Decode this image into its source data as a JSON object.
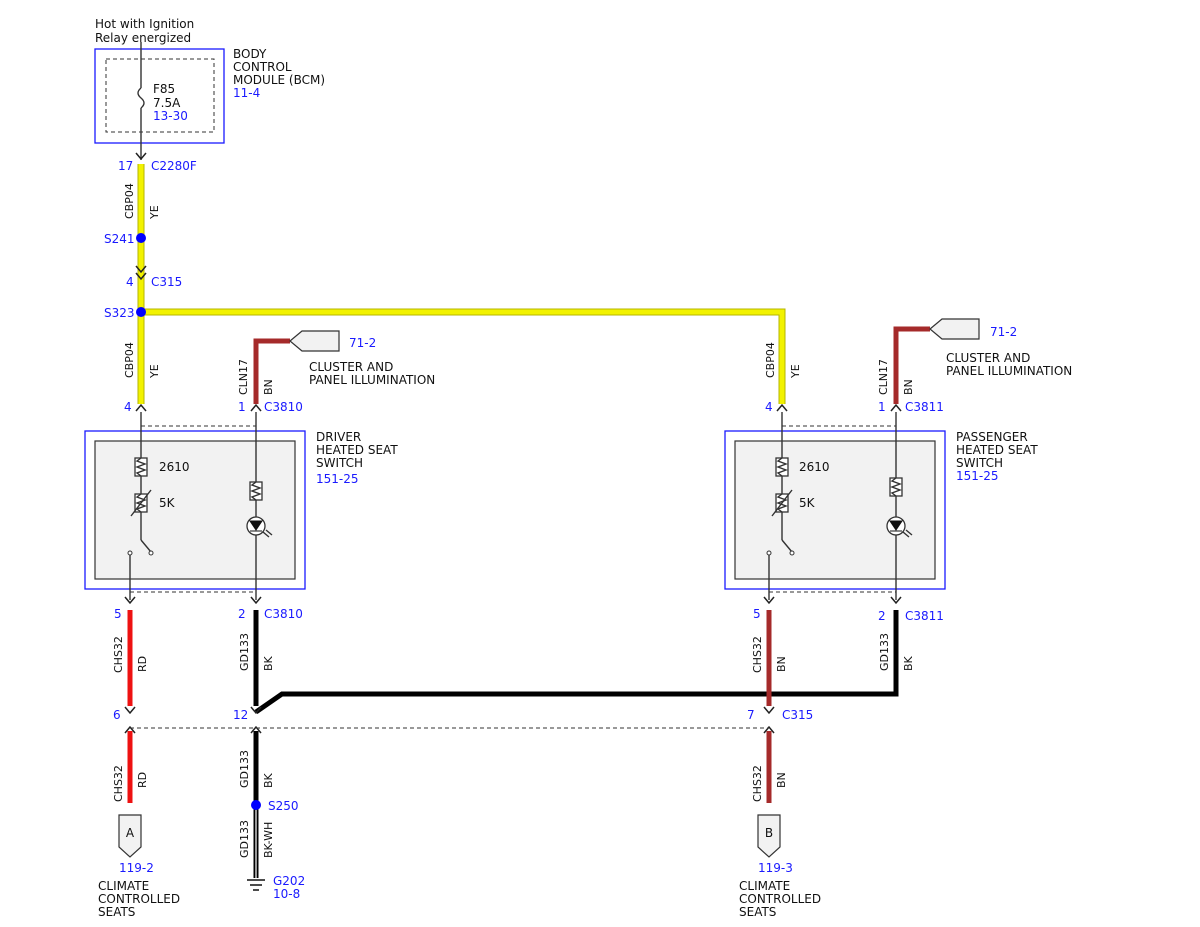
{
  "power_source": {
    "line1": "Hot with Ignition",
    "line2": "Relay energized"
  },
  "bcm": {
    "name_lines": [
      "BODY",
      "CONTROL",
      "MODULE (BCM)"
    ],
    "ref": "11-4",
    "fuse": {
      "id": "F85",
      "rating": "7.5A",
      "ref": "13-30"
    }
  },
  "connectors": {
    "c2280f": {
      "pin": "17",
      "name": "C2280F"
    },
    "c315_top": {
      "pin": "4",
      "name": "C315"
    },
    "c3810_top": {
      "pins": [
        "4",
        "1"
      ],
      "name": "C3810"
    },
    "c3811_top": {
      "pins": [
        "4",
        "1"
      ],
      "name": "C3811"
    },
    "c3810_bottom": {
      "pins": [
        "5",
        "2"
      ],
      "name": "C3810"
    },
    "c3811_bottom": {
      "pins": [
        "5",
        "2"
      ],
      "name": "C3811"
    },
    "c315_bottom": {
      "pins": [
        "6",
        "12",
        "7"
      ],
      "name": "C315"
    }
  },
  "splices": {
    "s241": "S241",
    "s323": "S323",
    "s250": "S250"
  },
  "wires": {
    "cbp04": {
      "circuit": "CBP04",
      "color": "YE"
    },
    "cln17": {
      "circuit": "CLN17",
      "color": "BN"
    },
    "chs32_rd": {
      "circuit": "CHS32",
      "color": "RD"
    },
    "chs32_bn": {
      "circuit": "CHS32",
      "color": "BN"
    },
    "gd133_bk": {
      "circuit": "GD133",
      "color": "BK"
    },
    "gd133_bkwh": {
      "circuit": "GD133",
      "color": "BK-WH"
    }
  },
  "illumination": {
    "ref": "71-2",
    "line1": "CLUSTER AND",
    "line2": "PANEL ILLUMINATION"
  },
  "driver_switch": {
    "name_lines": [
      "DRIVER",
      "HEATED SEAT",
      "SWITCH"
    ],
    "ref": "151-25",
    "heater_label": "2610",
    "resistor_label": "5K"
  },
  "passenger_switch": {
    "name_lines": [
      "PASSENGER",
      "HEATED SEAT",
      "SWITCH"
    ],
    "ref": "151-25",
    "heater_label": "2610",
    "resistor_label": "5K"
  },
  "climate": {
    "a": {
      "letter": "A",
      "ref": "119-2"
    },
    "b": {
      "letter": "B",
      "ref": "119-3"
    },
    "name_lines": [
      "CLIMATE",
      "CONTROLLED",
      "SEATS"
    ]
  },
  "ground": {
    "name": "G202",
    "ref": "10-8"
  },
  "colors": {
    "yellow": "#f2f200",
    "yellow_edge": "#b5b500",
    "brown": "#a52a2a",
    "red": "#ee1111",
    "black": "#000000",
    "blue_ref": "#1a1aff",
    "splice": "#0000ff",
    "module_fill": "#f2f2f2",
    "module_border": "#1a1aff"
  }
}
